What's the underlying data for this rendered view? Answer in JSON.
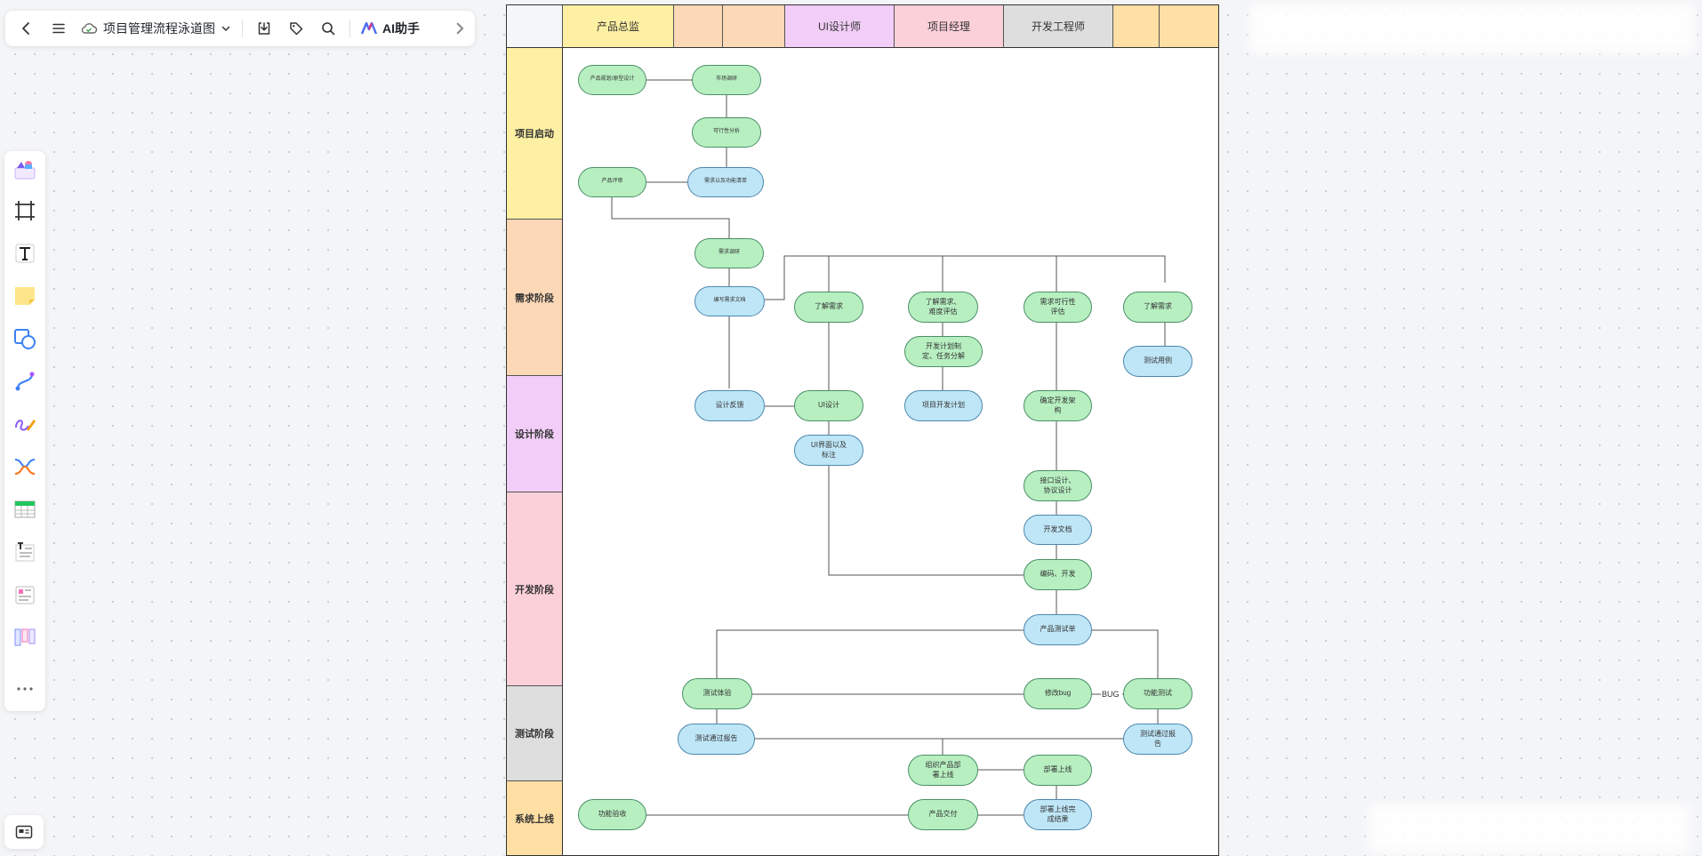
{
  "toolbar": {
    "doc_title": "项目管理流程泳道图",
    "ai_label": "AI助手",
    "icons": [
      "back-icon",
      "menu-icon",
      "cloud-sync-icon",
      "chevron-down-icon",
      "download-icon",
      "tag-icon",
      "search-icon",
      "ai-logo-icon",
      "chevron-right-icon"
    ]
  },
  "sidebar": {
    "tools": [
      "template-tool-icon",
      "frame-tool-icon",
      "text-tool-icon",
      "sticky-note-tool-icon",
      "shape-tool-icon",
      "connector-tool-icon",
      "pen-tool-icon",
      "mind-map-tool-icon",
      "table-tool-icon",
      "text-block-tool-icon",
      "card-tool-icon",
      "kanban-tool-icon",
      "more-icon"
    ],
    "bottom_tool": "minimap-icon"
  },
  "board": {
    "lanes": [
      {
        "label": "产品总监",
        "color": "#fdf0a3"
      },
      {
        "label": "",
        "color": "#fcd8b6"
      },
      {
        "label": "",
        "color": "#fcd8b6"
      },
      {
        "label": "UI设计师",
        "color": "#f2cdf7"
      },
      {
        "label": "项目经理",
        "color": "#fcd0d9"
      },
      {
        "label": "开发工程师",
        "color": "#dedede"
      },
      {
        "label": "",
        "color": "#ffdfa3"
      },
      {
        "label": "",
        "color": "#ffdfa3"
      }
    ],
    "phases": [
      {
        "label": "项目启动",
        "color": "#fdf0a3"
      },
      {
        "label": "需求阶段",
        "color": "#fcd8b6"
      },
      {
        "label": "设计阶段",
        "color": "#f2cdf7"
      },
      {
        "label": "开发阶段",
        "color": "#fcd0d9"
      },
      {
        "label": "测试阶段",
        "color": "#dedede"
      },
      {
        "label": "系统上线",
        "color": "#ffdfa3"
      }
    ],
    "nodes": {
      "n1": "产品规划/原型设计",
      "n2": "市场调研",
      "n3": "可行性分析",
      "n4": "产品评审",
      "n5": "需求以及功能清单",
      "n6": "需求调研",
      "n7": "编写需求文档",
      "n8": "了解需求",
      "n9": "了解需求、\n难度评估",
      "n10": "需求可行性\n评估",
      "n11": "了解需求",
      "n12": "开发计划制\n定、任务分解",
      "n13": "测试用例",
      "n14": "设计反馈",
      "n15": "UI设计",
      "n16": "项目开发计划",
      "n17": "确定开发架\n构",
      "n18": "UI界面以及\n标注",
      "n19": "接口设计、\n协议设计",
      "n20": "开发文档",
      "n21": "编码、开发",
      "n22": "产品测试单",
      "n23": "测试体验",
      "n24": "修改bug",
      "n25": "功能测试",
      "n26": "测试通过报告",
      "n27": "测试通过报\n告",
      "n28": "组织产品部\n署上线",
      "n29": "部署上线",
      "n30": "功能验收",
      "n31": "产品交付",
      "n32": "部署上线完\n成结果"
    },
    "bug_label": "BUG"
  }
}
